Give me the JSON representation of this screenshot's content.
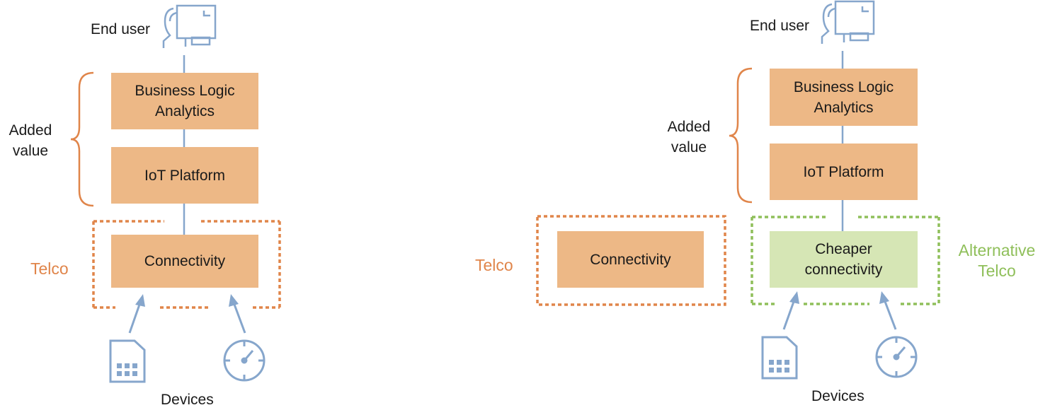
{
  "colors": {
    "box_orange": "#edb886",
    "box_green": "#d6e6b5",
    "telco_orange": "#e0854a",
    "alt_green": "#8fbf5a",
    "icon_blue": "#86a6cc"
  },
  "left": {
    "end_user": "End user",
    "added_value": [
      "Added",
      "value"
    ],
    "business_logic": [
      "Business Logic",
      "Analytics"
    ],
    "iot_platform": "IoT Platform",
    "connectivity": "Connectivity",
    "telco": "Telco",
    "devices": "Devices"
  },
  "right": {
    "end_user": "End user",
    "added_value": [
      "Added",
      "value"
    ],
    "business_logic": [
      "Business Logic",
      "Analytics"
    ],
    "iot_platform": "IoT Platform",
    "connectivity": "Connectivity",
    "telco": "Telco",
    "cheaper_connectivity": [
      "Cheaper",
      "connectivity"
    ],
    "alternative_telco": [
      "Alternative",
      "Telco"
    ],
    "devices": "Devices"
  },
  "icons": [
    "user-computer-icon",
    "sim-card-icon",
    "meter-icon"
  ]
}
